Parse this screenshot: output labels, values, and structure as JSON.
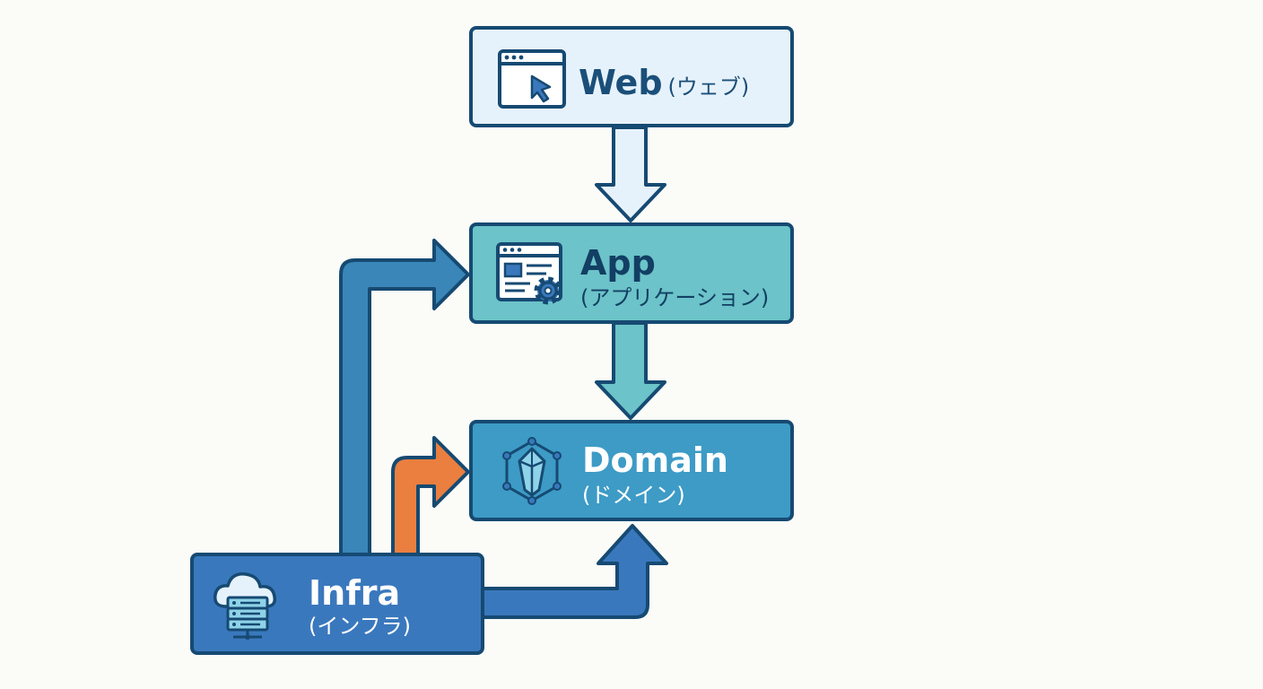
{
  "layers": {
    "web": {
      "title": "Web",
      "subtitle": "(ウェブ)"
    },
    "app": {
      "title": "App",
      "subtitle": "(アプリケーション)"
    },
    "domain": {
      "title": "Domain",
      "subtitle": "(ドメイン)"
    },
    "infra": {
      "title": "Infra",
      "subtitle": "(インフラ)"
    }
  },
  "colors": {
    "outline": "#164a72",
    "web_fill": "#e6f2fb",
    "app_fill": "#6cc3c9",
    "domain_fill": "#3d9bc6",
    "infra_fill": "#3a78bd",
    "infra_to_app_arrow": "#3a86b8",
    "infra_to_domain_arrow": "#ea7f3f",
    "web_text": "#1b4f79",
    "light_text": "#ffffff"
  },
  "icons": {
    "web": "browser-cursor-icon",
    "app": "app-window-gear-icon",
    "domain": "crystal-network-icon",
    "infra": "cloud-server-icon"
  }
}
